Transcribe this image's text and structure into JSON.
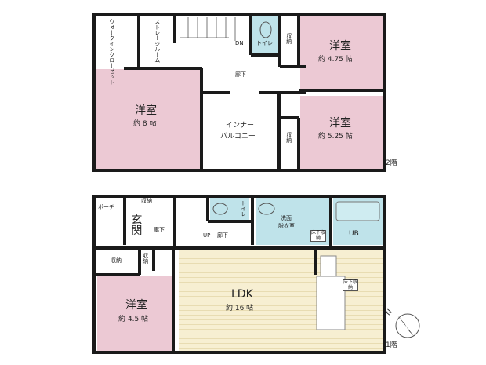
{
  "colors": {
    "bedroom": "#ecc9d4",
    "wet": "#bfe3ea",
    "ldk": "#f7efd2",
    "wall": "#1a1a1a"
  },
  "floor2": {
    "floor_label": "2階",
    "walk_in_closet": "ウォークインクローゼット",
    "storage_room": "ストレージルーム",
    "down": "DN",
    "toilet": "トイレ",
    "storage1": "収納",
    "storage2": "収納",
    "corridor": "廊下",
    "room_a": {
      "name": "洋室",
      "size": "約 4.75 帖"
    },
    "room_b": {
      "name": "洋室",
      "size": "約 8 帖"
    },
    "room_c": {
      "name": "洋室",
      "size": "約 5.25 帖"
    },
    "inner_balcony_1": "インナー",
    "inner_balcony_2": "バルコニー"
  },
  "floor1": {
    "floor_label": "1階",
    "porch": "ポーチ",
    "storage_top": "収納",
    "entrance": "玄関",
    "corridor1": "廊下",
    "storage_left": "収納",
    "storage_small": "収納",
    "up": "UP",
    "corridor2": "廊下",
    "toilet": "トイレ",
    "washroom_1": "洗面",
    "washroom_2": "脱衣室",
    "underfloor1": "床下収納",
    "underfloor2": "床下収納",
    "bath": "UB",
    "ldk": {
      "name": "LDK",
      "size": "約 16 帖"
    },
    "room": {
      "name": "洋室",
      "size": "約 4.5 帖"
    },
    "compass": "N"
  }
}
